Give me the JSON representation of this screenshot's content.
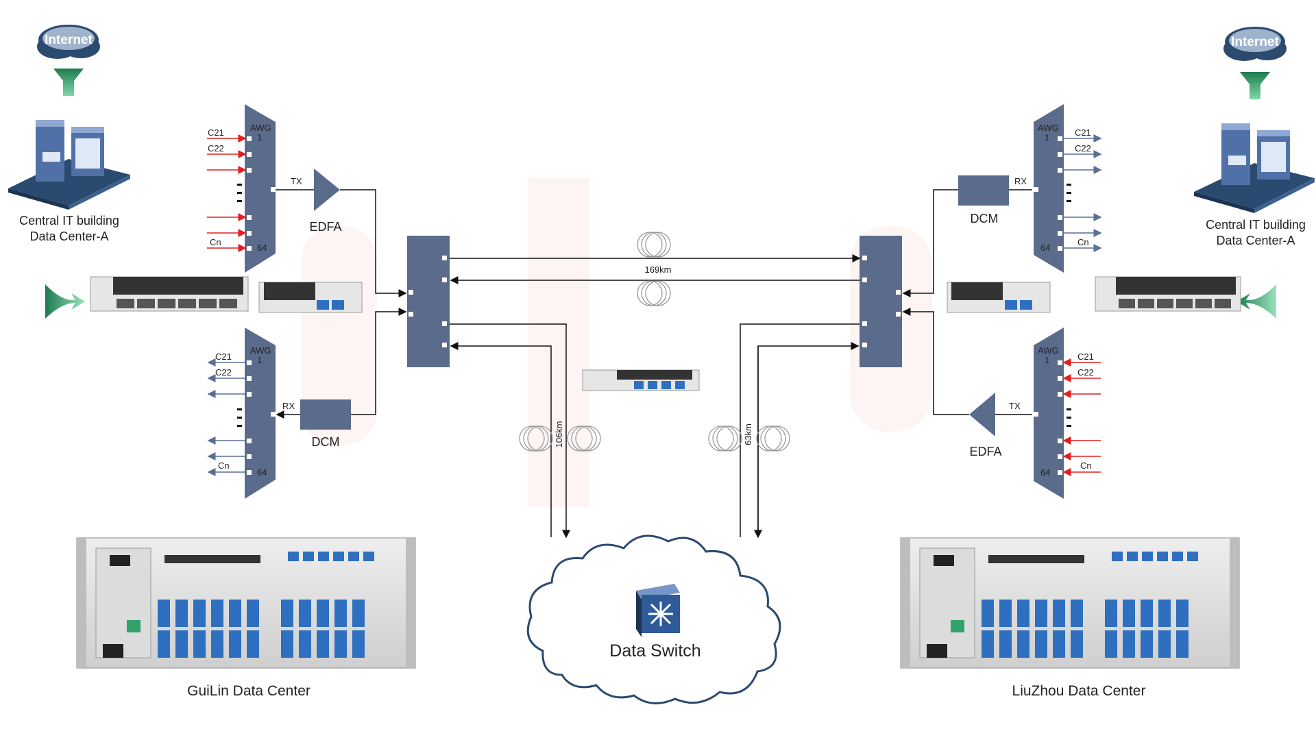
{
  "internet_label": "Internet",
  "left": {
    "building_line1": "Central IT building",
    "building_line2": "Data Center-A",
    "datacenter_label": "GuiLin  Data Center",
    "top_awg": {
      "title": "AWG",
      "port_first": "1",
      "port_last": "64",
      "ch1": "C21",
      "ch2": "C22",
      "chn": "Cn",
      "signal": "TX"
    },
    "bottom_awg": {
      "title": "AWG",
      "port_first": "1",
      "port_last": "64",
      "ch1": "C21",
      "ch2": "C22",
      "chn": "Cn",
      "signal": "RX"
    },
    "amplifier_label": "EDFA",
    "compensator_label": "DCM"
  },
  "right": {
    "building_line1": "Central IT building",
    "building_line2": "Data Center-A",
    "datacenter_label": "LiuZhou  Data Center",
    "top_awg": {
      "title": "AWG",
      "port_first": "1",
      "port_last": "64",
      "ch1": "C21",
      "ch2": "C22",
      "chn": "Cn",
      "signal": "RX"
    },
    "bottom_awg": {
      "title": "AWG",
      "port_first": "1",
      "port_last": "64",
      "ch1": "C21",
      "ch2": "C22",
      "chn": "Cn",
      "signal": "TX"
    },
    "amplifier_label": "EDFA",
    "compensator_label": "DCM"
  },
  "links": {
    "center_distance": "169km",
    "left_drop_distance": "106km",
    "right_drop_distance": "63km"
  },
  "switch_label": "Data Switch",
  "colors": {
    "awg_fill": "#5b6b8c",
    "switch_fill": "#5b6b8c",
    "tx_arrow": "#e02020",
    "rx_arrow": "#5a6e96",
    "green_arrow": "#2fa36b",
    "cloud_stroke": "#2b4a6f",
    "building_blue": "#2b4a6f"
  }
}
